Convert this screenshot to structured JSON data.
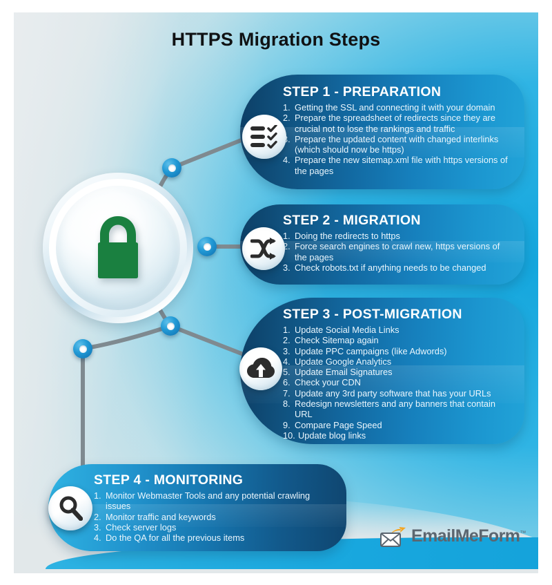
{
  "title": "HTTPS Migration Steps",
  "hub": {
    "icon": "padlock-icon",
    "color": "#1a8040"
  },
  "steps": [
    {
      "id": "step-1",
      "heading": "STEP 1 - PREPARATION",
      "icon": "checklist-icon",
      "items": [
        "Getting the SSL and connecting it with your domain",
        "Prepare the spreadsheet of redirects since they are crucial not to lose the rankings and traffic",
        "Prepare the updated content with changed interlinks (which should now be https)",
        "Prepare the new sitemap.xml file with https versions of the pages"
      ]
    },
    {
      "id": "step-2",
      "heading": "STEP 2 - MIGRATION",
      "icon": "shuffle-arrows-icon",
      "items": [
        "Doing the redirects to https",
        "Force search engines to crawl new, https versions of the pages",
        "Check robots.txt if anything needs to be changed"
      ]
    },
    {
      "id": "step-3",
      "heading": "STEP 3 - POST-MIGRATION",
      "icon": "cloud-upload-icon",
      "items": [
        "Update Social Media Links",
        "Check Sitemap again",
        "Update PPC campaigns (like Adwords)",
        "Update Google Analytics",
        "Update Email Signatures",
        "Check your CDN",
        "Update any 3rd party software that has your URLs",
        "Redesign newsletters and any banners that contain URL",
        "Compare Page Speed",
        "Update blog links"
      ]
    },
    {
      "id": "step-4",
      "heading": "STEP 4 - MONITORING",
      "icon": "magnifier-icon",
      "items": [
        "Monitor Webmaster Tools and any potential crawling issues",
        "Monitor traffic and keywords",
        "Check server logs",
        "Do the QA for all the previous items"
      ]
    }
  ],
  "logo": {
    "text": "EmailMeForm",
    "tm": "™",
    "icon": "envelope-arrow-icon",
    "color": "#5b6670"
  },
  "colors": {
    "background_left": "#e3e8ea",
    "background_right": "#14a6dd",
    "panel_dark": "#0d3f66",
    "panel_light": "#2fb3e3",
    "node": "#1b8ec9",
    "lock_green": "#1a8040",
    "title_text": "#101214"
  }
}
